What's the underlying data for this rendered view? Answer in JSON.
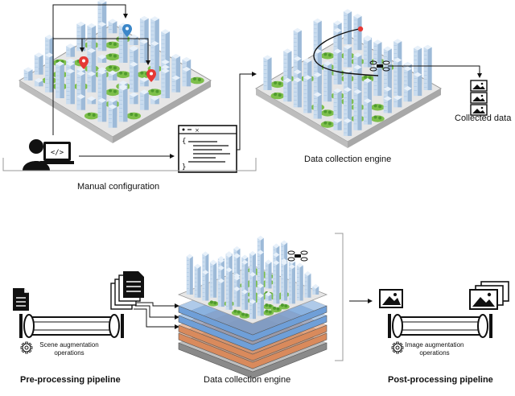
{
  "labels": {
    "manual_configuration": "Manual configuration",
    "data_collection_engine_top": "Data collection engine",
    "collected_data": "Collected data",
    "pre_processing_pipeline": "Pre-processing pipeline",
    "data_collection_engine_bottom": "Data collection engine",
    "post_processing_pipeline": "Post-processing pipeline",
    "scene_augmentation_operations": "Scene augmentation operations",
    "image_augmentation_operations": "Image augmentation operations"
  },
  "icons": {
    "developer": "developer-laptop-icon",
    "code_window": "code-window-icon",
    "location_pin": "location-pin-icon",
    "drone": "drone-icon",
    "image_stack": "image-stack-icon",
    "document": "document-icon",
    "document_stack": "document-stack-icon",
    "gear": "gear-icon",
    "pipe": "pipe-icon"
  },
  "colors": {
    "building": "#c9dcef",
    "building_shade": "#9dbad8",
    "greenery": "#7dbf4a",
    "pin_red": "#e53935",
    "pin_blue": "#3a86c8",
    "layer_blue": "#6f9fd8",
    "layer_orange": "#d98a5c",
    "layer_gray": "#8a8a8a",
    "ink": "#111111"
  }
}
